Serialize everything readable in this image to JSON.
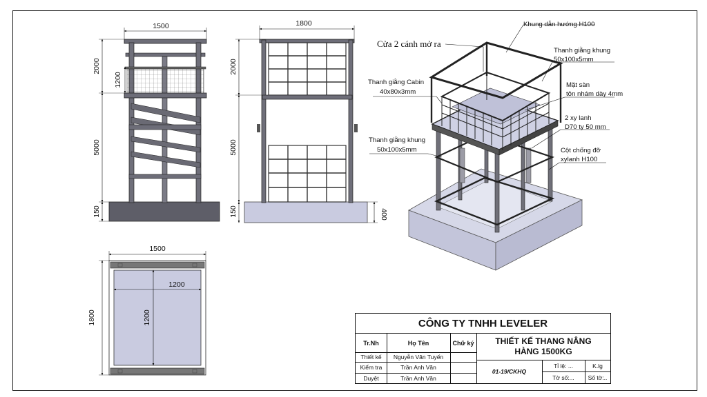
{
  "dimensions": {
    "side_width": "1500",
    "front_width": "1800",
    "cabin_height": "2000",
    "rail_height": "1200",
    "shaft_height": "5000",
    "base_height": "150",
    "pit_depth": "400",
    "plan_width": "1500",
    "plan_depth": "1800",
    "floor_width": "1200",
    "floor_depth": "1200"
  },
  "callouts": {
    "door": "Cửa 2 cánh mở ra",
    "guide_frame": "Khung dẫn hướng H100",
    "frame_brace_top_1": "Thanh giằng khung",
    "frame_brace_top_2": "50x100x5mm",
    "floor_1": "Mặt sàn",
    "floor_2": "tôn nhám dày 4mm",
    "cabin_brace_1": "Thanh giằng Cabin",
    "cabin_brace_2": "40x80x3mm",
    "cylinder_1": "2 xy lanh",
    "cylinder_2": "D70 ty 50 mm",
    "frame_brace_low_1": "Thanh giằng khung",
    "frame_brace_low_2": "50x100x5mm",
    "column_1": "Cột chống đỡ",
    "column_2": "xylanh H100"
  },
  "title_block": {
    "company": "CÔNG TY TNHH LEVELER",
    "col_no": "Tr.Nh",
    "col_name": "Họ Tên",
    "col_sign": "Chữ ký",
    "project_line1": "THIẾT KẾ THANG NÂNG",
    "project_line2": "HÀNG 1500KG",
    "rows": [
      {
        "role": "Thiết kế",
        "name": "Nguyễn Văn Tuyến"
      },
      {
        "role": "Kiểm tra",
        "name": "Trần Anh Văn"
      },
      {
        "role": "Duyệt",
        "name": "Trần Anh Văn"
      }
    ],
    "drawing_no": "01-19/CKHQ",
    "scale": "Tỉ lệ: ...",
    "mass": "K.lg",
    "sheet": "Tờ số:...",
    "sheet_count": "Số tờ:.."
  }
}
